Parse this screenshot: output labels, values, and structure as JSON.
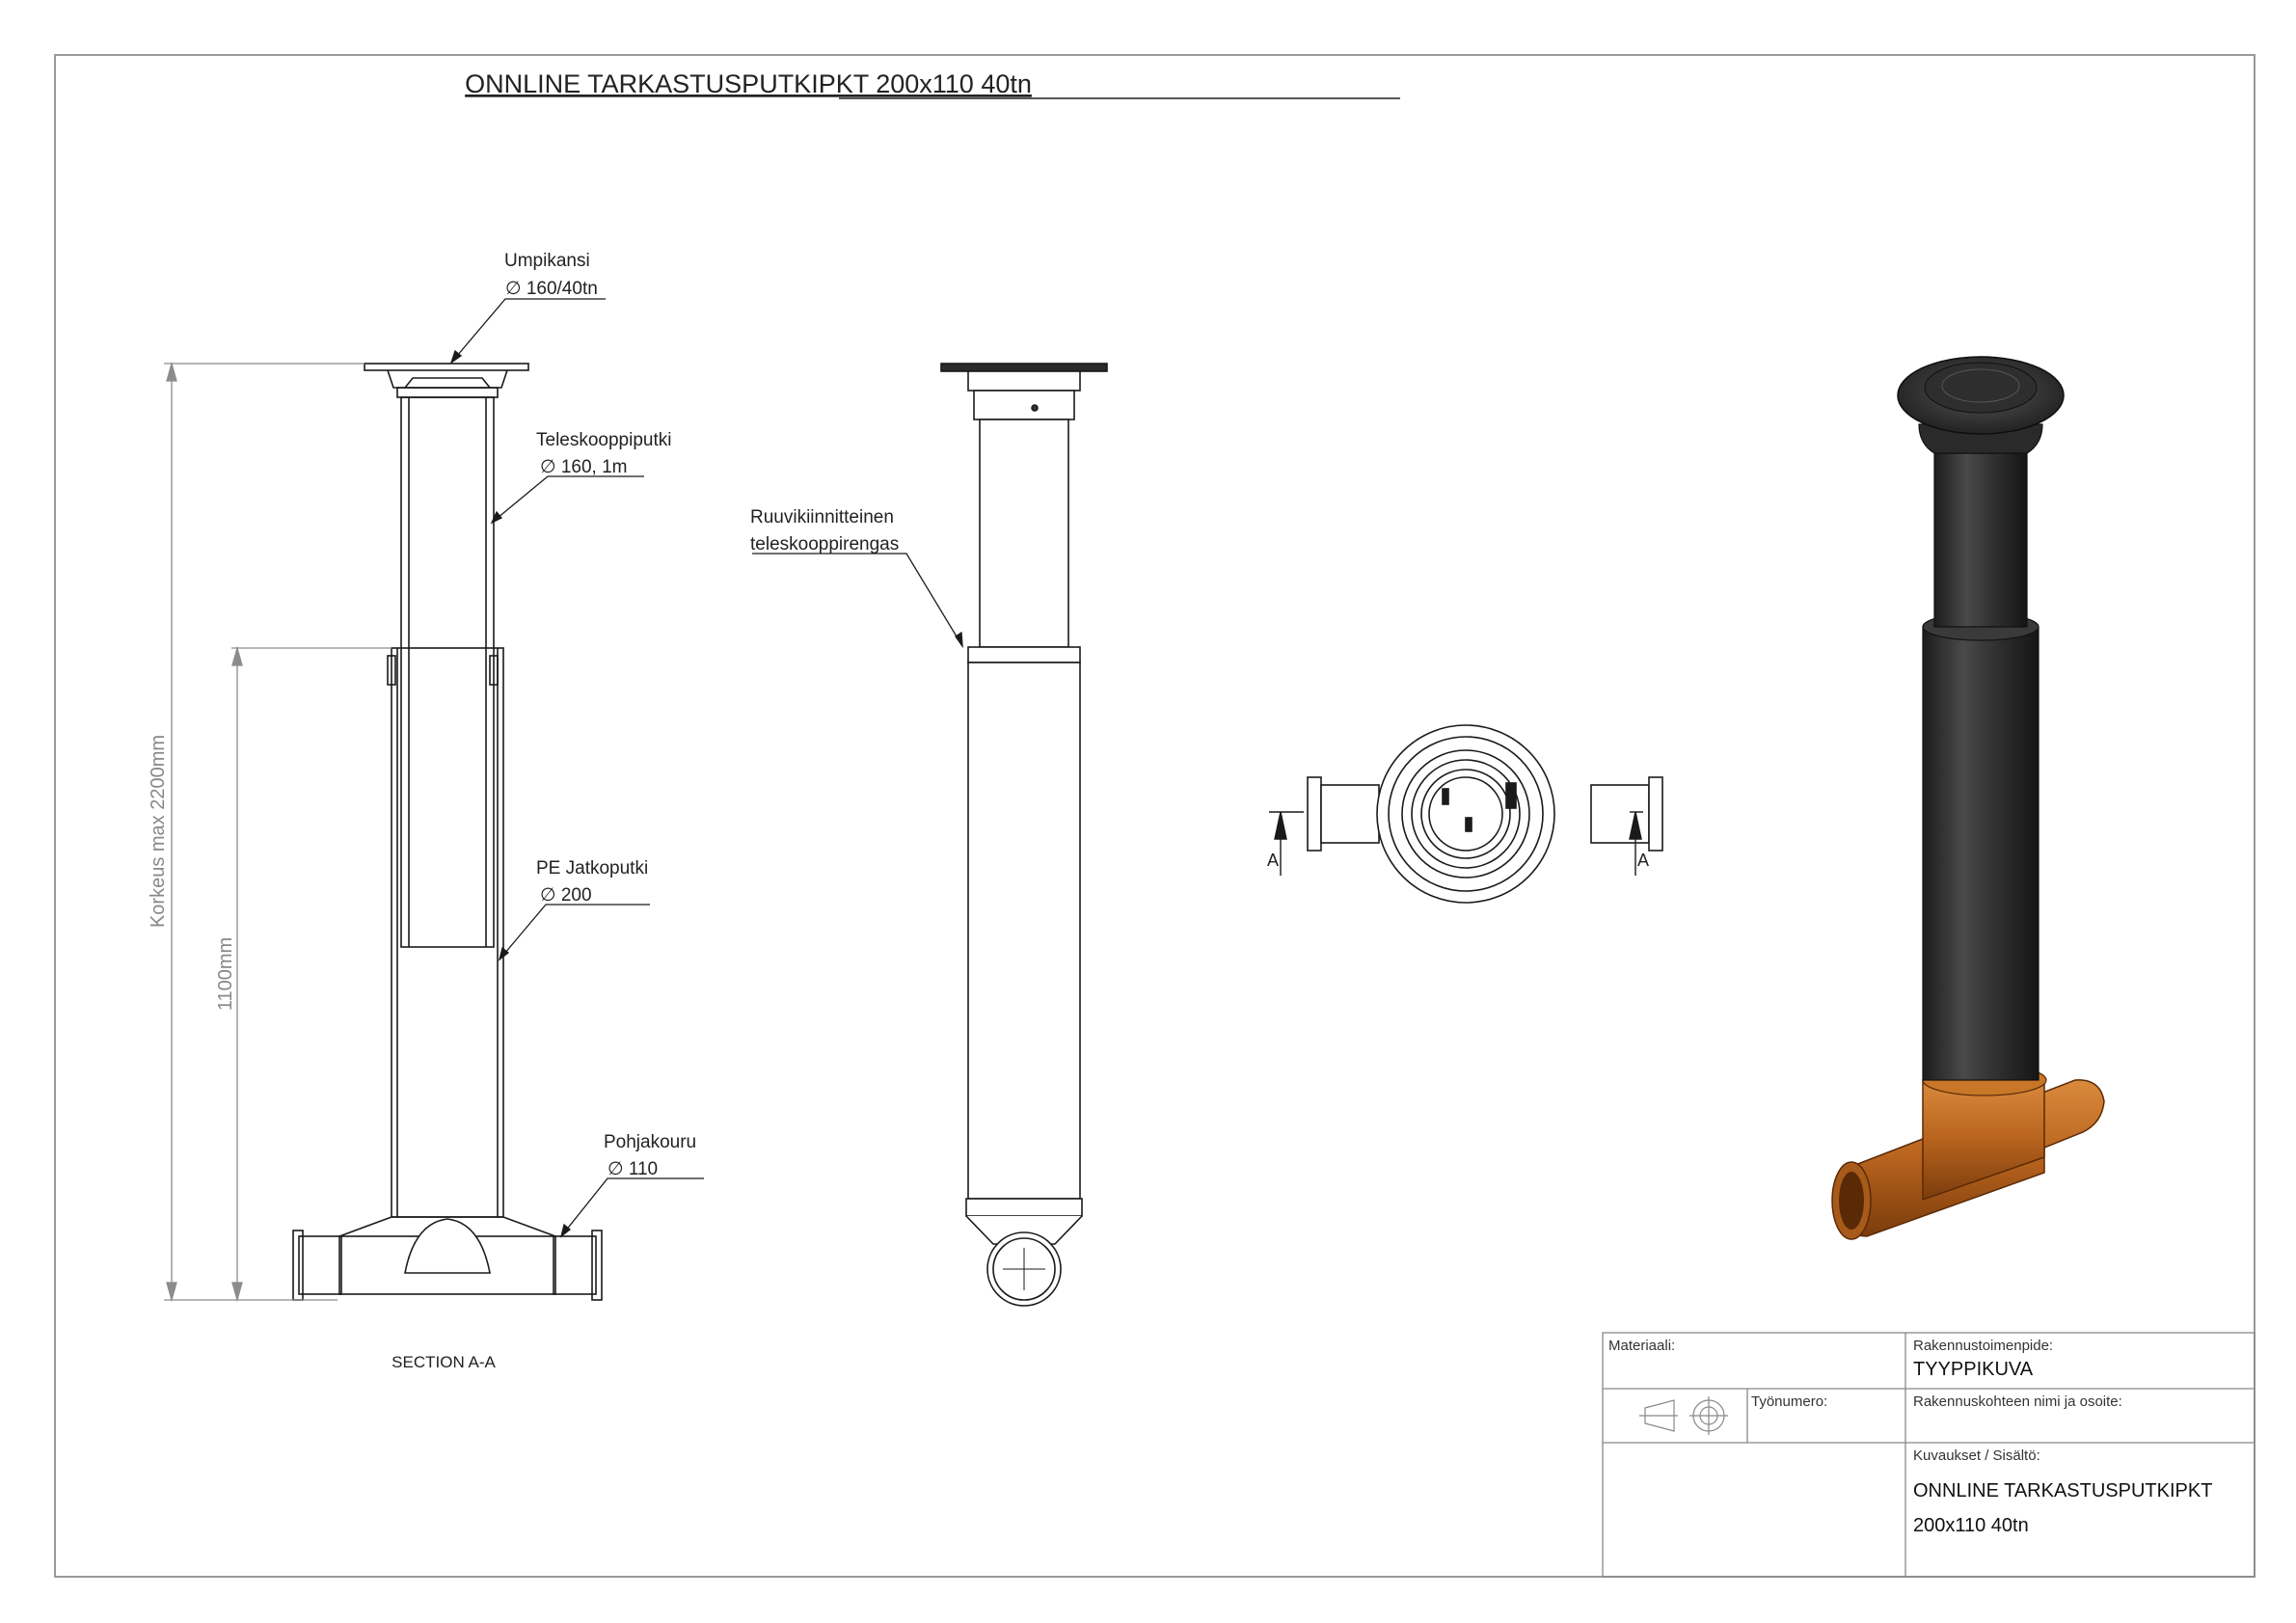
{
  "drawing": {
    "title": "ONNLINE TARKASTUSPUTKIPKT 200x110 40tn",
    "section_caption": "SECTION A-A",
    "section_marker": "A"
  },
  "dimensions": {
    "total_height": "Korkeus max 2200mm",
    "partial_height": "1100mm"
  },
  "callouts": {
    "cover_name": "Umpikansi",
    "cover_spec": "∅ 160/40tn",
    "tele_pipe_name": "Teleskooppiputki",
    "tele_pipe_spec": "∅ 160, 1m",
    "riser_name": "PE Jatkoputki",
    "riser_spec": "∅ 200",
    "base_name": "Pohjakouru",
    "base_spec": "∅ 110",
    "ring_line1": "Ruuvikiinnitteinen",
    "ring_line2": "teleskooppirengas"
  },
  "title_block": {
    "material_label": "Materiaali:",
    "work_number_label": "Työnumero:",
    "construction_label": "Rakennustoimenpide:",
    "construction_value": "TYYPPIKUVA",
    "site_label": "Rakennuskohteen nimi ja osoite:",
    "contents_label": "Kuvaukset / Sisältö:",
    "contents_line1": "ONNLINE TARKASTUSPUTKIPKT",
    "contents_line2": "200x110 40tn"
  },
  "colors": {
    "line": "#1a1a1a",
    "dimension": "#8c8c8c",
    "pipe_dark": "#2b2b2b",
    "base_copper": "#b8631e"
  }
}
